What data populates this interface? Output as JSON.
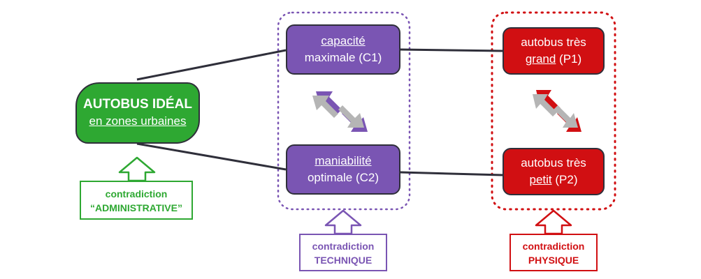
{
  "nodes": {
    "root": {
      "title": "AUTOBUS IDÉAL",
      "subtitle": "en zones urbaines"
    },
    "c1": {
      "underlined": "capacité",
      "rest": "maximale (C1)"
    },
    "c2": {
      "underlined": "maniabilité",
      "rest": "optimale (C2)"
    },
    "p1": {
      "line1": "autobus très",
      "underlined": "grand",
      "suffix": " (P1)"
    },
    "p2": {
      "line1": "autobus très",
      "underlined": "petit",
      "suffix": " (P2)"
    }
  },
  "labels": {
    "administrative": {
      "line1": "contradiction",
      "line2": "“ADMINISTRATIVE”"
    },
    "technique": {
      "line1": "contradiction",
      "line2": "TECHNIQUE"
    },
    "physique": {
      "line1": "contradiction",
      "line2": "PHYSIQUE"
    }
  },
  "colors": {
    "green": "#2ea832",
    "purple": "#7a55b3",
    "red": "#d10f12",
    "line": "#2f2f3a",
    "arrow_gray": "#b5b5b5"
  }
}
